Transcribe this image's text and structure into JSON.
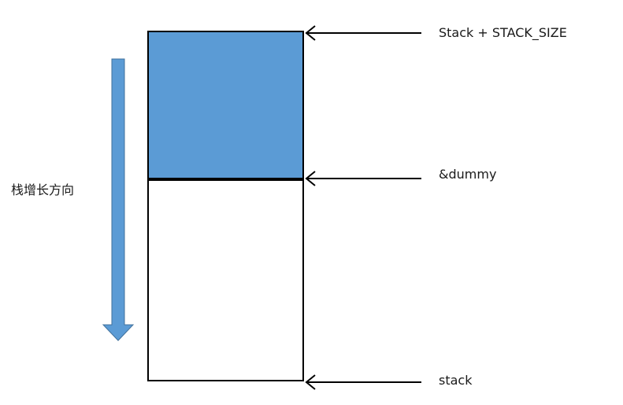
{
  "labels": {
    "stack_top": "Stack + STACK_SIZE",
    "dummy": "&dummy",
    "stack_bottom": "stack",
    "growth_direction": "栈增长方向"
  },
  "colors": {
    "used_region_fill": "#5b9bd5",
    "used_region_stroke": "#000000",
    "arrow_fill": "#5b9bd5",
    "arrow_stroke": "#41719c",
    "pointer_arrow": "#000000"
  }
}
